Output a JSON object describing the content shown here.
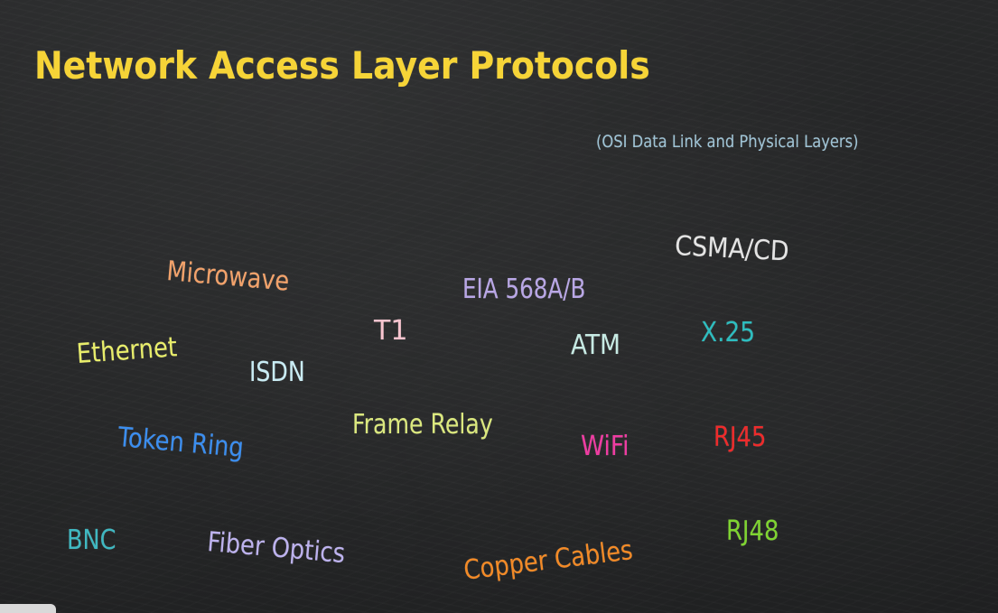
{
  "title": "Network Access Layer Protocols",
  "subtitle": "(OSI Data Link  and Physical Layers)",
  "colors": {
    "title": "#f6d437",
    "subtitle": "#9fc4d6",
    "csma": "#e4e4e4",
    "microwave": "#f3a26a",
    "eia": "#b9a7e6",
    "t1": "#f8c4cf",
    "atm": "#c7ebe4",
    "x25": "#2dbdbf",
    "ethernet": "#e8ed6a",
    "isdn": "#c9ecf4",
    "frame_relay": "#dbe87e",
    "wifi": "#ef3ca2",
    "rj45": "#ee2b2b",
    "token_ring": "#3b8ef0",
    "bnc": "#3fb8c1",
    "fiber_optics": "#bdb2ee",
    "copper_cables": "#f38a26",
    "rj48": "#7fd431"
  },
  "terms": {
    "csma": "CSMA/CD",
    "microwave": "Microwave",
    "eia": "EIA 568A/B",
    "t1": "T1",
    "atm": "ATM",
    "x25": "X.25",
    "ethernet": "Ethernet",
    "isdn": "ISDN",
    "frame_relay": "Frame Relay",
    "wifi": "WiFi",
    "rj45": "RJ45",
    "token_ring": "Token Ring",
    "bnc": "BNC",
    "fiber_optics": "Fiber Optics",
    "copper_cables": "Copper Cables",
    "rj48": "RJ48"
  }
}
